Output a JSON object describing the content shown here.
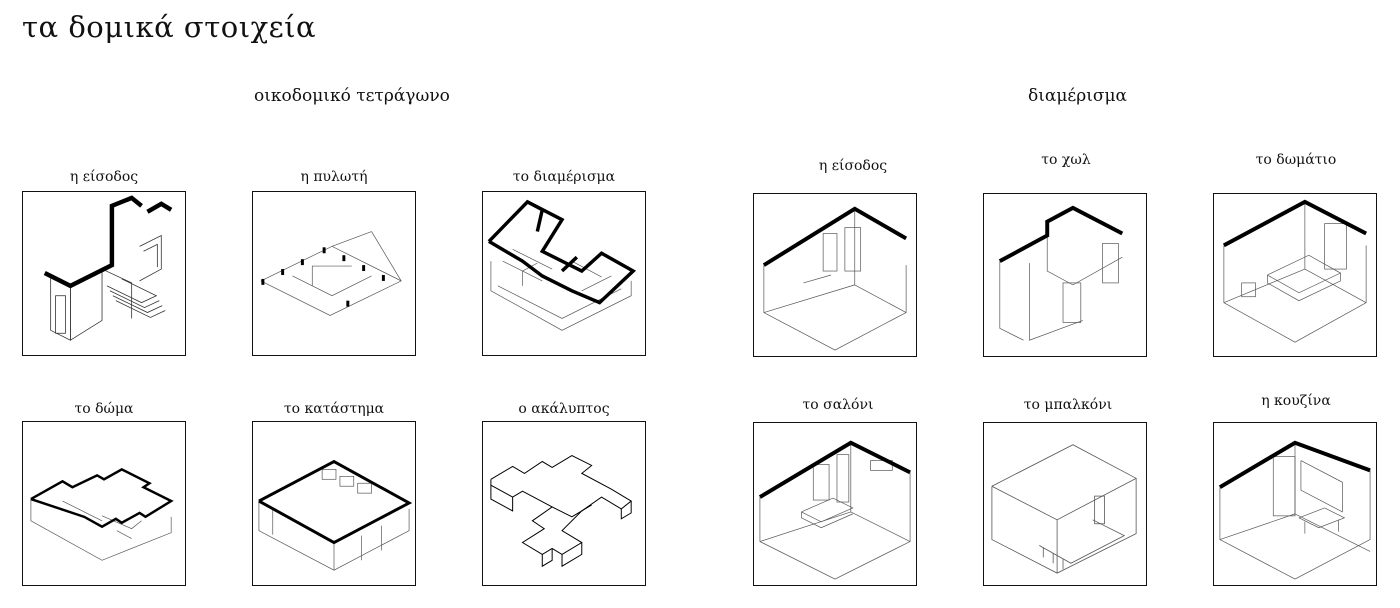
{
  "title": "τα δομικά στοιχεία",
  "sections": {
    "block": {
      "label": "οικοδομικό τετράγωνο",
      "items": [
        {
          "label": "η είσοδος"
        },
        {
          "label": "η πυλωτή"
        },
        {
          "label": "το διαμέρισμα"
        },
        {
          "label": "το δώμα"
        },
        {
          "label": "το κατάστημα"
        },
        {
          "label": "ο ακάλυπτος"
        }
      ]
    },
    "apartment": {
      "label": "διαμέρισμα",
      "items": [
        {
          "label": "η είσοδος"
        },
        {
          "label": "το χωλ"
        },
        {
          "label": "το δωμάτιο"
        },
        {
          "label": "το σαλόνι"
        },
        {
          "label": "το μπαλκόνι"
        },
        {
          "label": "η κουζίνα"
        }
      ]
    }
  }
}
